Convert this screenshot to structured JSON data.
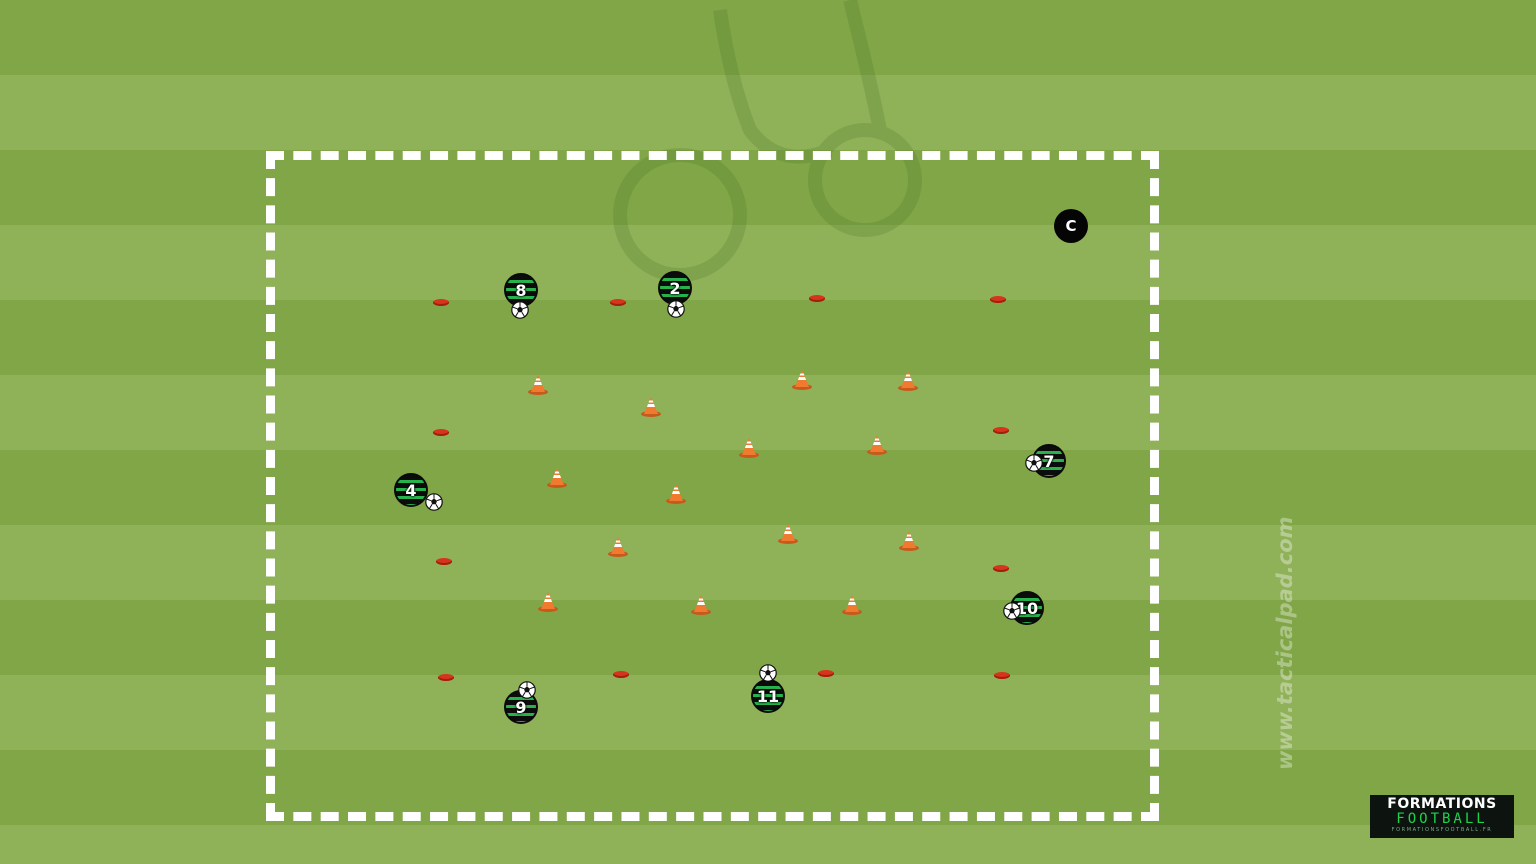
{
  "coach": {
    "label": "C"
  },
  "players": [
    {
      "number": "8"
    },
    {
      "number": "2"
    },
    {
      "number": "4"
    },
    {
      "number": "7"
    },
    {
      "number": "10"
    },
    {
      "number": "9"
    },
    {
      "number": "11"
    }
  ],
  "watermark": {
    "text": "www.tacticalpad.com"
  },
  "brand": {
    "line1": "FORMATIONS",
    "line2": "FOOTBALL",
    "line3": "FORMATIONSFOOTBALL.FR"
  },
  "colors": {
    "pitch_dark": "#80a647",
    "pitch_light": "#8fb158",
    "boundary": "#ffffff",
    "marker": "#d6341c",
    "cone": "#f07a2e",
    "player_stripe": "#27b24c",
    "coach": "#050505"
  }
}
